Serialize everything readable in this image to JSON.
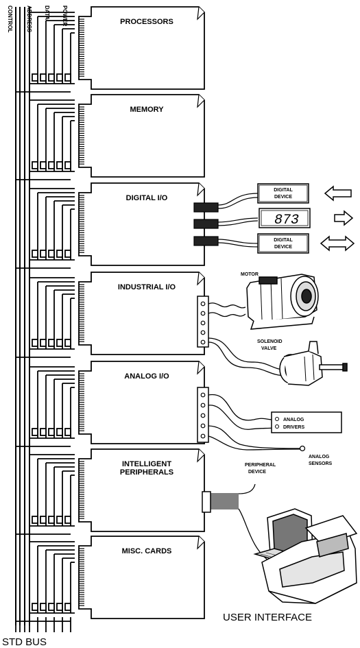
{
  "bus": {
    "signal_labels": [
      "CONTROL",
      "ADDRESS",
      "DATA",
      "POWER"
    ],
    "title": "STD BUS"
  },
  "cards": [
    {
      "name": "processors",
      "label_lines": [
        "PROCESSORS"
      ]
    },
    {
      "name": "memory",
      "label_lines": [
        "MEMORY"
      ]
    },
    {
      "name": "digital-io",
      "label_lines": [
        "DIGITAL I/O"
      ]
    },
    {
      "name": "industrial-io",
      "label_lines": [
        "INDUSTRIAL I/O"
      ]
    },
    {
      "name": "analog-io",
      "label_lines": [
        "ANALOG I/O"
      ]
    },
    {
      "name": "intelligent-peripherals",
      "label_lines": [
        "INTELLIGENT",
        "PERIPHERALS"
      ]
    },
    {
      "name": "misc-cards",
      "label_lines": [
        "MISC. CARDS"
      ]
    }
  ],
  "devices": {
    "digital_device_top": [
      "DIGITAL",
      "DEVICE"
    ],
    "display_value": "873",
    "digital_device_bottom": [
      "DIGITAL",
      "DEVICE"
    ],
    "motor": "MOTOR",
    "solenoid": [
      "SOLENOID",
      "VALVE"
    ],
    "analog_drivers": [
      "ANALOG",
      "DRIVERS"
    ],
    "analog_sensors": [
      "ANALOG",
      "SENSORS"
    ],
    "peripheral": [
      "PERIPHERAL",
      "DEVICE"
    ],
    "user_interface": "USER INTERFACE"
  }
}
